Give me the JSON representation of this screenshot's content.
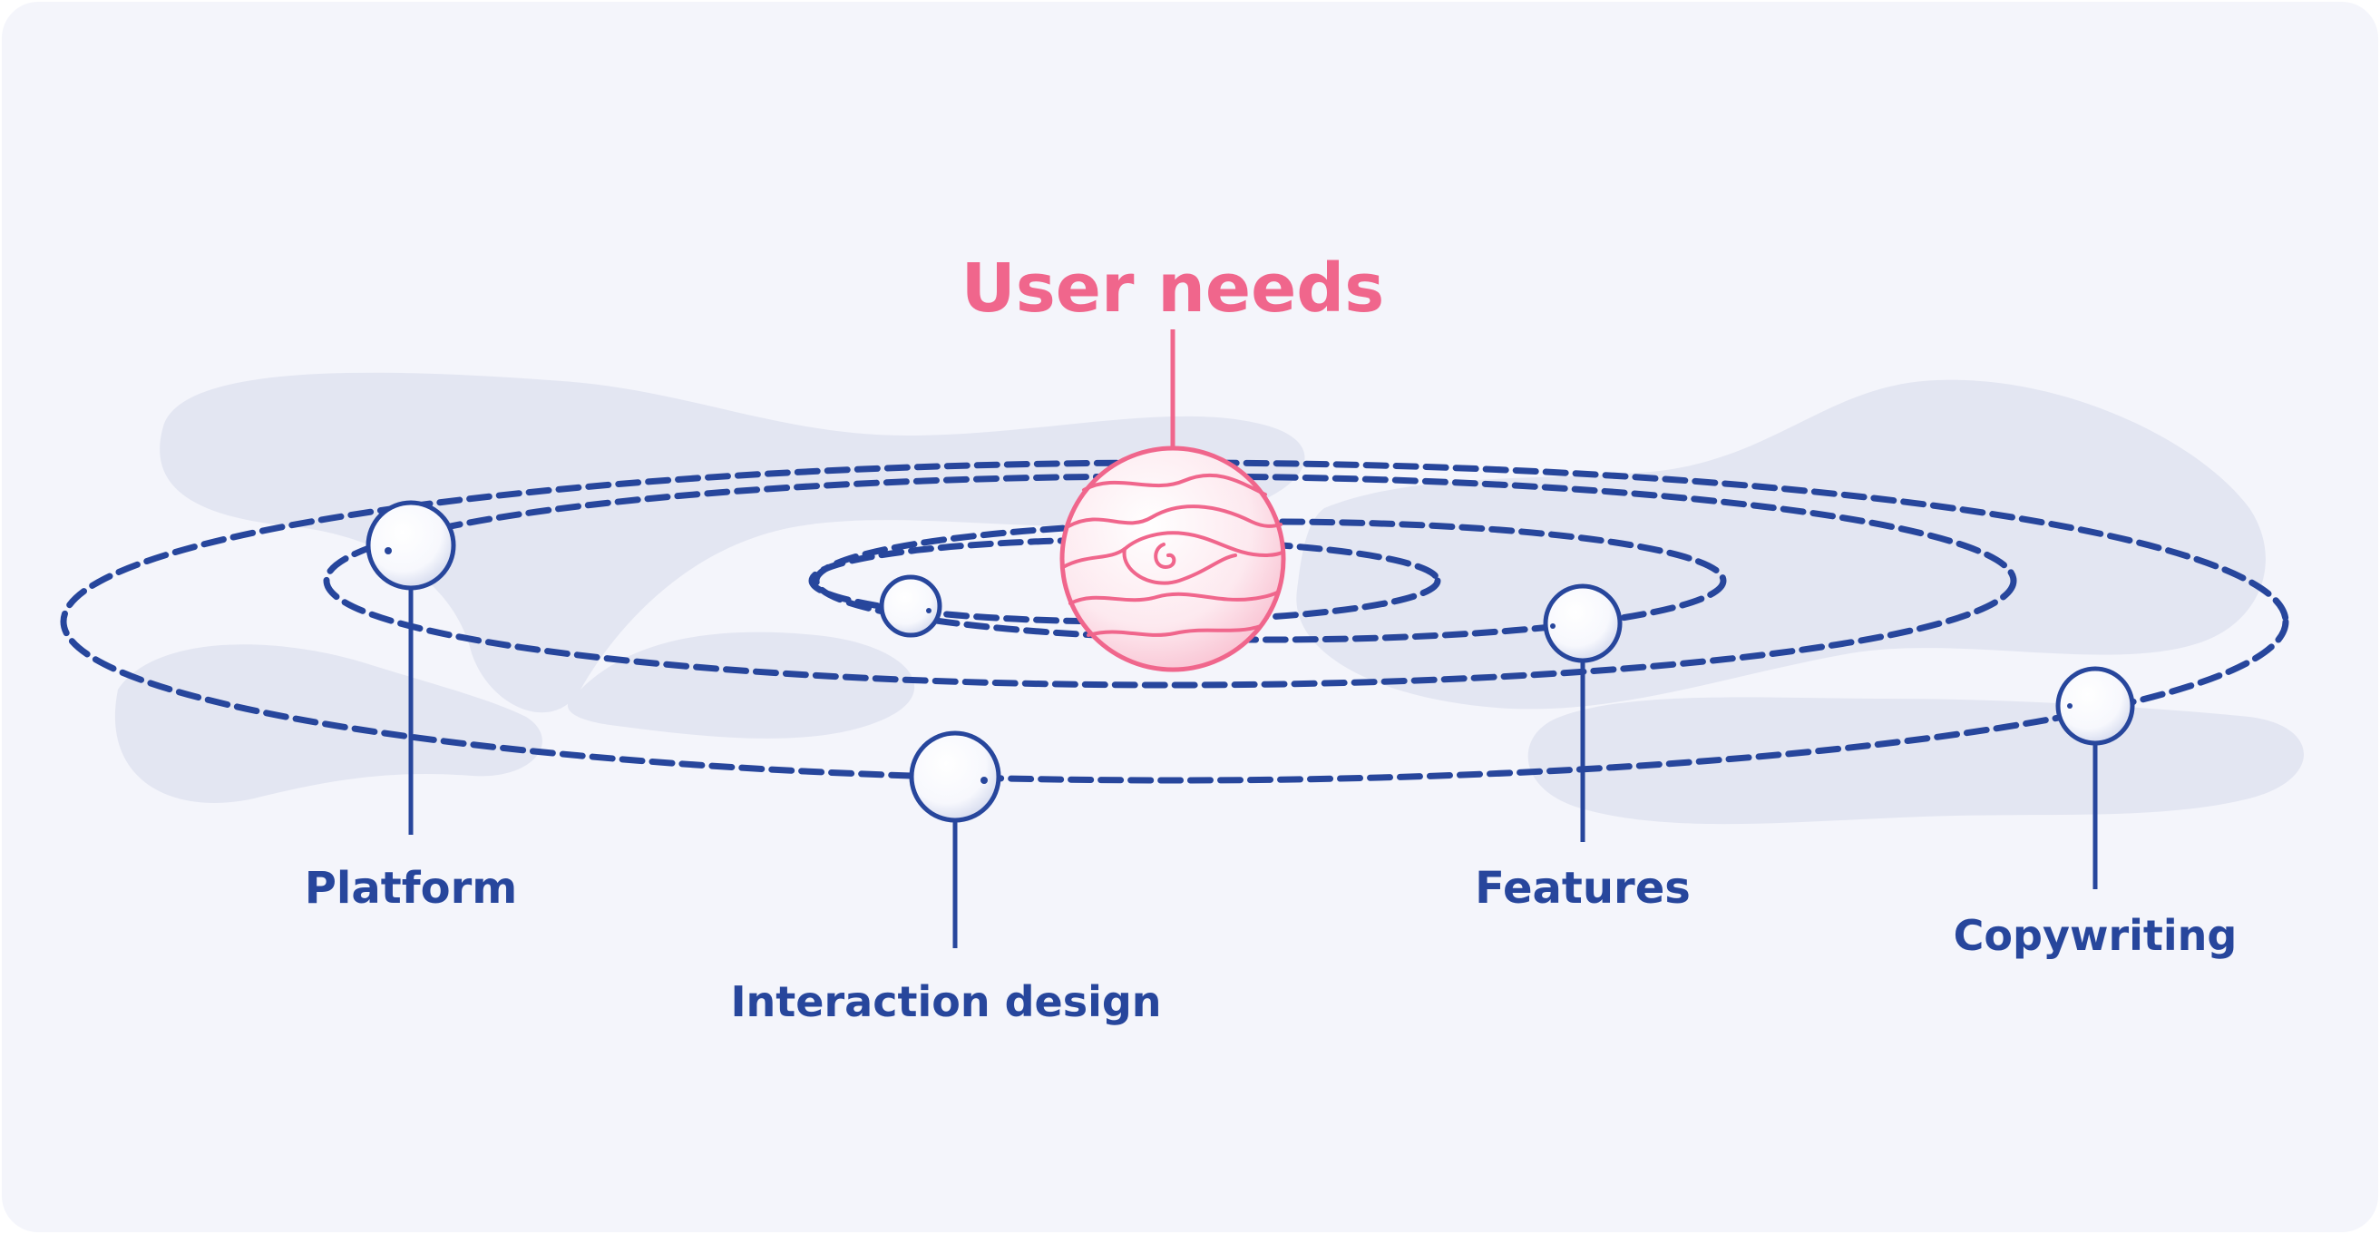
{
  "diagram": {
    "center_label": "User needs",
    "nodes": [
      {
        "label": "Platform"
      },
      {
        "label": "Interaction design"
      },
      {
        "label": "Features"
      },
      {
        "label": "Copywriting"
      }
    ]
  },
  "colors": {
    "background": "#f4f5fb",
    "cloud": "#e3e6f2",
    "orbit": "#27469c",
    "accent": "#f0668c"
  }
}
